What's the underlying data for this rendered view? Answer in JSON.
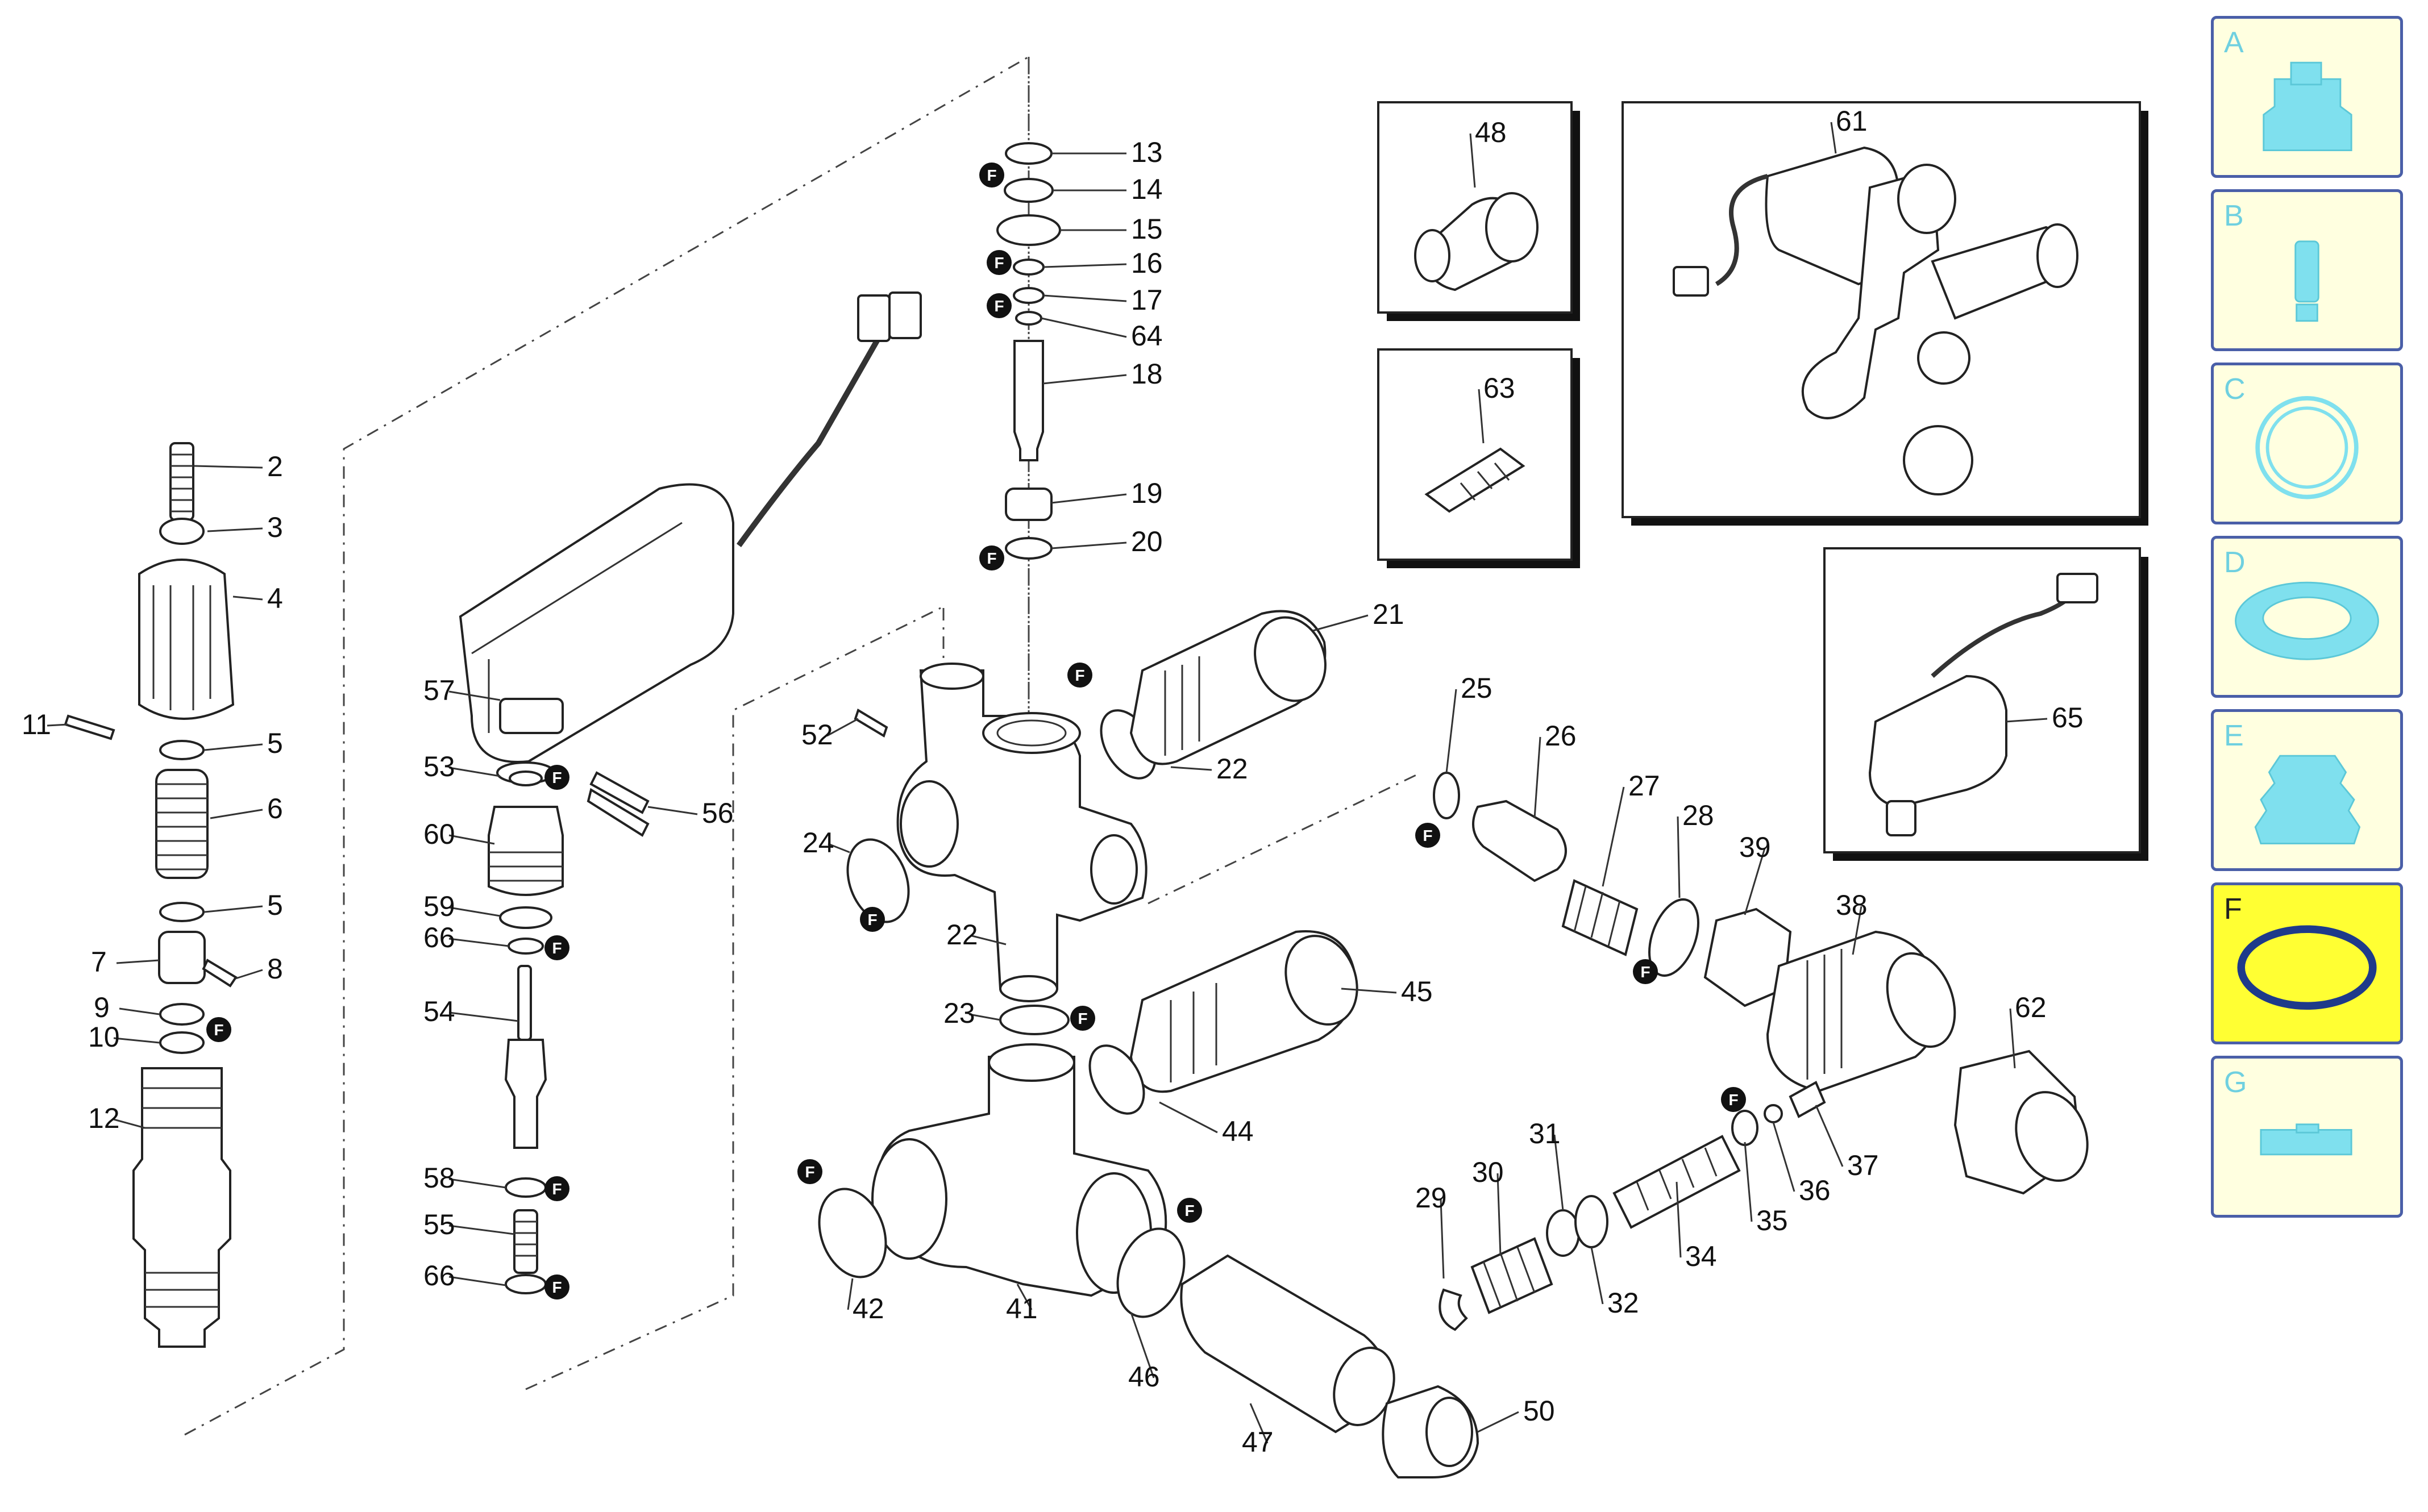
{
  "callouts": [
    "2",
    "3",
    "4",
    "5",
    "5",
    "6",
    "7",
    "8",
    "9",
    "10",
    "11",
    "12",
    "13",
    "14",
    "15",
    "16",
    "17",
    "64",
    "18",
    "19",
    "20",
    "21",
    "22",
    "22",
    "23",
    "24",
    "25",
    "26",
    "27",
    "28",
    "29",
    "30",
    "31",
    "32",
    "34",
    "35",
    "36",
    "37",
    "38",
    "39",
    "41",
    "42",
    "44",
    "45",
    "46",
    "47",
    "48",
    "50",
    "52",
    "53",
    "54",
    "55",
    "56",
    "57",
    "58",
    "59",
    "60",
    "61",
    "62",
    "63",
    "65",
    "66",
    "66"
  ],
  "badge_letter": "F",
  "categories": [
    {
      "letter": "A",
      "icon": "connector-icon"
    },
    {
      "letter": "B",
      "icon": "cylinder-icon"
    },
    {
      "letter": "C",
      "icon": "gasket-icon"
    },
    {
      "letter": "D",
      "icon": "seal-ring-icon"
    },
    {
      "letter": "E",
      "icon": "bellows-icon"
    },
    {
      "letter": "F",
      "icon": "o-ring-icon",
      "active": true
    },
    {
      "letter": "G",
      "icon": "block-icon"
    }
  ],
  "colors": {
    "sidebar_border": "#4a5fa8",
    "sidebar_bg": "#ffffe0",
    "sidebar_active": "#ffff33",
    "icon_cyan": "#7fe0ee",
    "oring_blue": "#1e3a8a"
  }
}
